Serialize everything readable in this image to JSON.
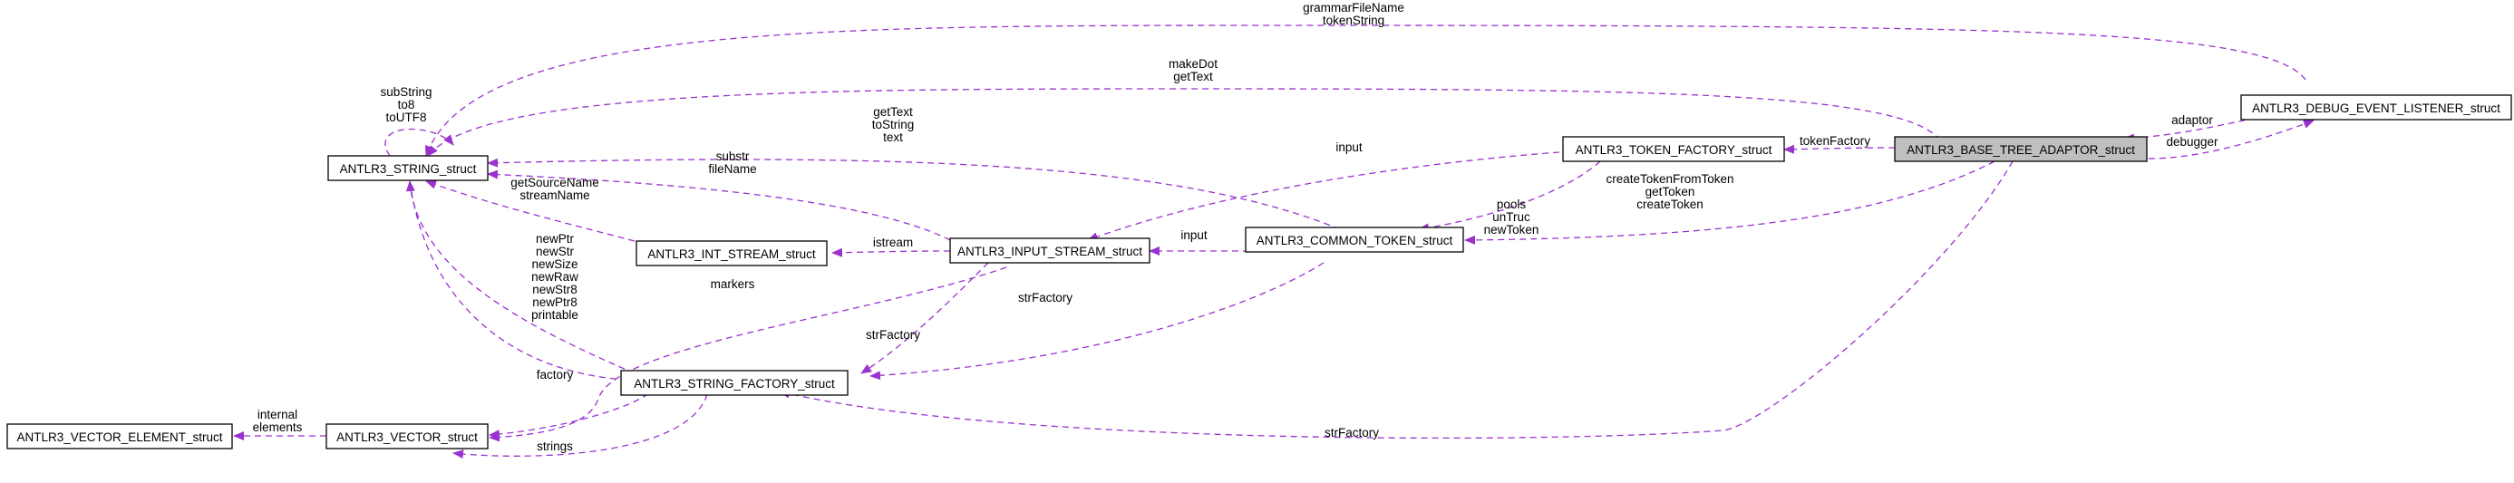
{
  "diagram": {
    "nodes": {
      "string": "ANTLR3_STRING_struct",
      "token_factory": "ANTLR3_TOKEN_FACTORY_struct",
      "base_tree_adaptor": "ANTLR3_BASE_TREE_ADAPTOR_struct",
      "debug_listener": "ANTLR3_DEBUG_EVENT_LISTENER_struct",
      "int_stream": "ANTLR3_INT_STREAM_struct",
      "input_stream": "ANTLR3_INPUT_STREAM_struct",
      "common_token": "ANTLR3_COMMON_TOKEN_struct",
      "string_factory": "ANTLR3_STRING_FACTORY_struct",
      "vector": "ANTLR3_VECTOR_struct",
      "vector_element": "ANTLR3_VECTOR_ELEMENT_struct"
    },
    "edge_labels": {
      "grammar_file_name": [
        "grammarFileName",
        "tokenString"
      ],
      "make_dot": [
        "makeDot",
        "getText"
      ],
      "string_self": [
        "subString",
        "to8",
        "toUTF8"
      ],
      "token_text": [
        "getText",
        "toString",
        "text"
      ],
      "input_stream_names": [
        "substr",
        "fileName"
      ],
      "int_stream_names": [
        "getSourceName",
        "streamName"
      ],
      "factory_funcs": [
        "newPtr",
        "newStr",
        "newSize",
        "newRaw",
        "newStr8",
        "newPtr8",
        "printable"
      ],
      "markers": [
        "markers"
      ],
      "factory": [
        "factory"
      ],
      "internal": [
        "internal",
        "elements"
      ],
      "strings": [
        "strings"
      ],
      "input": [
        "input"
      ],
      "istream": [
        "istream"
      ],
      "str_factory_input": [
        "strFactory"
      ],
      "str_factory_token": [
        "strFactory"
      ],
      "str_factory_adaptor": [
        "strFactory"
      ],
      "input_factory": [
        "input"
      ],
      "pools": [
        "pools",
        "unTruc",
        "newToken"
      ],
      "create_token": [
        "createTokenFromToken",
        "getToken",
        "createToken"
      ],
      "token_factory_edge": [
        "tokenFactory"
      ],
      "adaptor": [
        "adaptor"
      ],
      "debugger": [
        "debugger"
      ]
    }
  }
}
